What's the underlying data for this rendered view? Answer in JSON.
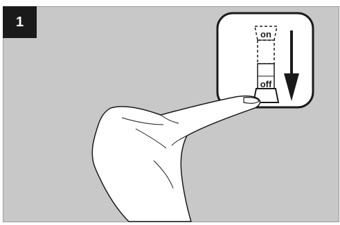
{
  "step": {
    "number": "1"
  },
  "switch": {
    "label_on": "on",
    "label_off": "off",
    "state": "off",
    "action": "arrow-down-icon"
  },
  "colors": {
    "panel_background": "#c8c8c8",
    "badge_background": "#1a1a1a",
    "badge_text": "#ffffff",
    "line": "#1a1a1a",
    "plate": "#ffffff"
  }
}
